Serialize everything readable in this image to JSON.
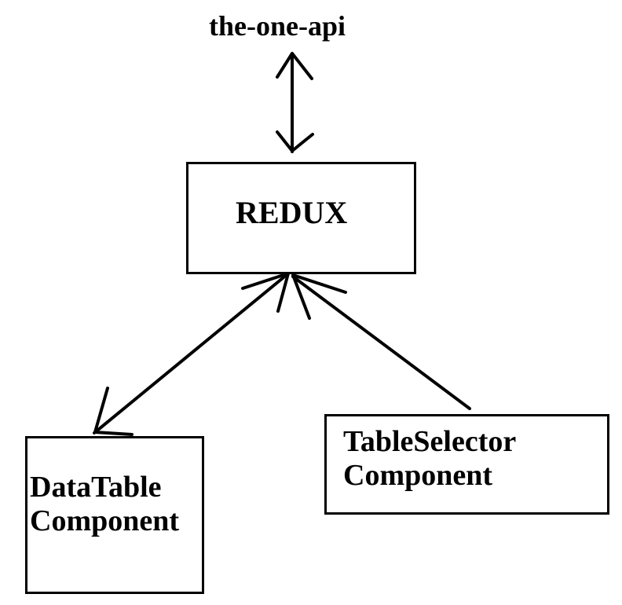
{
  "diagram": {
    "title": "the-one-api",
    "nodes": {
      "redux": {
        "label": "REDUX"
      },
      "datatable": {
        "line1": "DataTable",
        "line2": "Component"
      },
      "tableselector": {
        "line1": "TableSelector",
        "line2": "Component"
      }
    },
    "edges": [
      {
        "from": "the-one-api",
        "to": "REDUX",
        "direction": "bidirectional"
      },
      {
        "from": "DataTable Component",
        "to": "REDUX",
        "direction": "bidirectional"
      },
      {
        "from": "TableSelector Component",
        "to": "REDUX",
        "direction": "to-redux"
      }
    ],
    "colors": {
      "stroke": "#000000",
      "background": "#ffffff"
    }
  }
}
